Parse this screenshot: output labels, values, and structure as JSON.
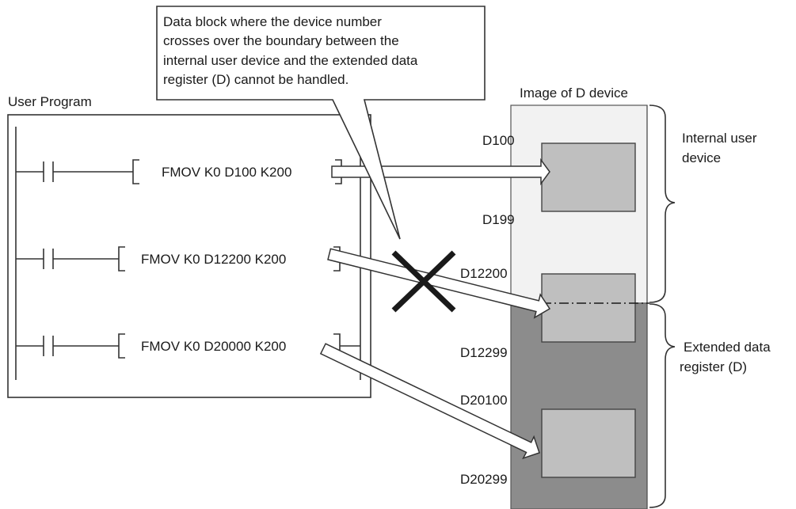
{
  "callout": {
    "lines": [
      "Data block where the device number",
      "crosses over the boundary between the",
      "internal user device and the extended data",
      "register (D) cannot be handled."
    ]
  },
  "program": {
    "title": "User Program",
    "rungs": [
      {
        "instruction": "FMOV K0 D100 K200"
      },
      {
        "instruction": "FMOV K0 D12200 K200"
      },
      {
        "instruction": "FMOV K0 D20000 K200"
      }
    ]
  },
  "device_image": {
    "title": "Image of D device",
    "labels": {
      "d100": "D100",
      "d199": "D199",
      "d12200": "D12200",
      "d12299": "D12299",
      "d20100": "D20100",
      "d20299": "D20299"
    },
    "braces": {
      "internal": {
        "line1": "Internal user",
        "line2": "device"
      },
      "extended": {
        "line1": "Extended data",
        "line2": "register (D)"
      }
    }
  },
  "colors": {
    "internal_area": "#f2f2f2",
    "extended_area": "#8c8c8c",
    "block_fill": "#bfbfbf",
    "line": "#333333",
    "cross": "#1a1a1a"
  }
}
